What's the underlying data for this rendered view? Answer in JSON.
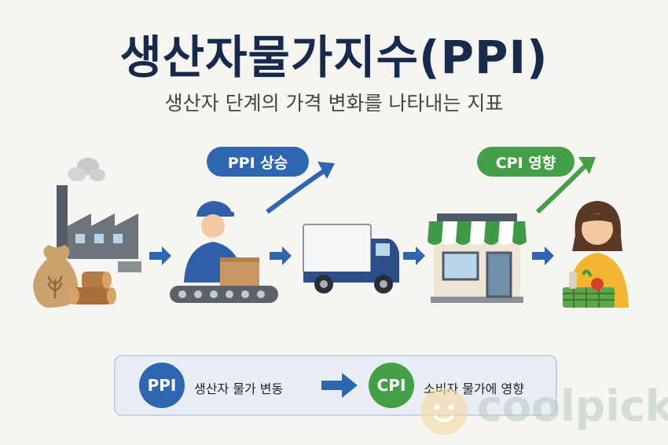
{
  "title": "생산자물가지수(PPI)",
  "subtitle": "생산자 단계의 가격 변화를 나타내는 지표",
  "badges": {
    "ppi_rise": "PPI 상승",
    "cpi_effect": "CPI 영향"
  },
  "legend": {
    "ppi_label": "PPI",
    "ppi_text": "생산자 물가 변동",
    "cpi_label": "CPI",
    "cpi_text": "소비자 물가에 영향"
  },
  "watermark": "coolpick",
  "colors": {
    "title": "#172a4e",
    "accent_blue": "#2f66b1",
    "accent_green": "#43a047",
    "background": "#f7f5f2"
  },
  "flow_stages": [
    "factory-icon",
    "worker-icon",
    "truck-icon",
    "store-icon",
    "consumer-icon"
  ]
}
